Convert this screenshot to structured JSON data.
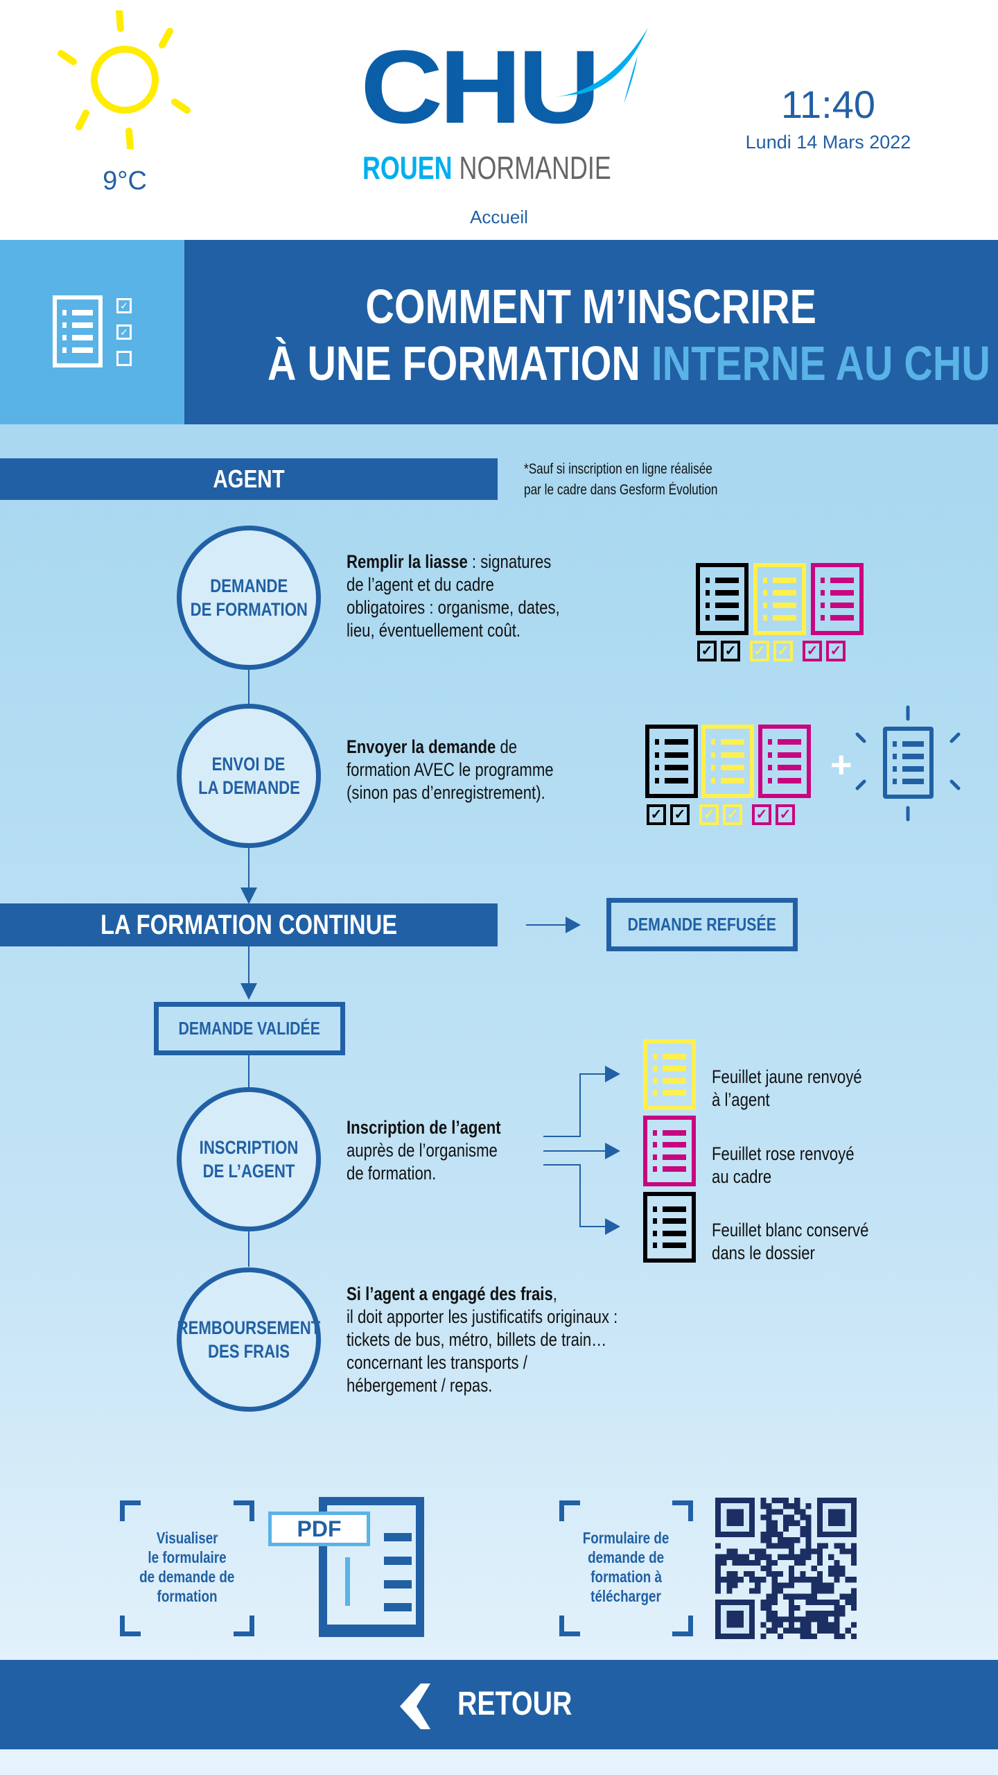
{
  "header": {
    "temperature": "9°C",
    "weather_icon": "sun-icon",
    "logo_text": "CHU",
    "logo_sub1": "ROUEN",
    "logo_sub2": "NORMANDIE",
    "time": "11:40",
    "date": "Lundi 14 Mars 2022",
    "home_link": "Accueil"
  },
  "title": {
    "line1": "COMMENT M’INSCRIRE",
    "line2_a": "À UNE FORMATION",
    "line2_b": "INTERNE AU CHU",
    "line2_c": "?"
  },
  "agent": {
    "label": "AGENT",
    "note1": "*Sauf si inscription en ligne réalisée",
    "note2": "par le cadre dans Gesform Évolution"
  },
  "steps": [
    {
      "l1": "DEMANDE",
      "l2": "DE FORMATION",
      "bold": "Remplir la liasse",
      "lines": [
        " : signatures",
        "de l’agent et du cadre",
        "obligatoires : organisme, dates,",
        "lieu, éventuellement coût."
      ]
    },
    {
      "l1": "ENVOI DE",
      "l2": "LA DEMANDE",
      "bold": "Envoyer la demande",
      "lines": [
        " de",
        "formation AVEC le programme",
        "(sinon pas d’enregistrement)."
      ]
    },
    {
      "l1": "INSCRIPTION",
      "l2": "DE L’AGENT",
      "bold": "Inscription de l’agent",
      "lines": [
        "",
        "auprès de l’organisme",
        "de formation."
      ]
    },
    {
      "l1": "REMBOURSEMENT",
      "l2": "DES FRAIS",
      "bold": "Si l’agent a engagé des frais",
      "lines": [
        ",",
        "il doit apporter les justificatifs originaux :",
        "tickets de bus, métro, billets de train…",
        "concernant les transports /",
        "hébergement / repas."
      ]
    }
  ],
  "flow": {
    "continue": "LA FORMATION CONTINUE",
    "refused": "DEMANDE REFUSÉE",
    "validated": "DEMANDE VALIDÉE"
  },
  "sheets": [
    {
      "l1": "Feuillet jaune renvoyé",
      "l2": "à l’agent",
      "color": "#fff04f"
    },
    {
      "l1": "Feuillet rose renvoyé",
      "l2": "au cadre",
      "color": "#c8067f"
    },
    {
      "l1": "Feuillet blanc conservé",
      "l2": "dans le dossier",
      "color": "#000000"
    }
  ],
  "bottom": {
    "pdf_label": "PDF",
    "view": [
      "Visualiser",
      "le formulaire",
      "de demande de",
      "formation"
    ],
    "download": [
      "Formulaire de",
      "demande de",
      "formation à",
      "télécharger"
    ]
  },
  "footer": {
    "back": "RETOUR"
  },
  "colors": {
    "primary": "#2160a4",
    "light": "#5ab3e6",
    "yellow": "#fff04f",
    "magenta": "#c8067f"
  }
}
